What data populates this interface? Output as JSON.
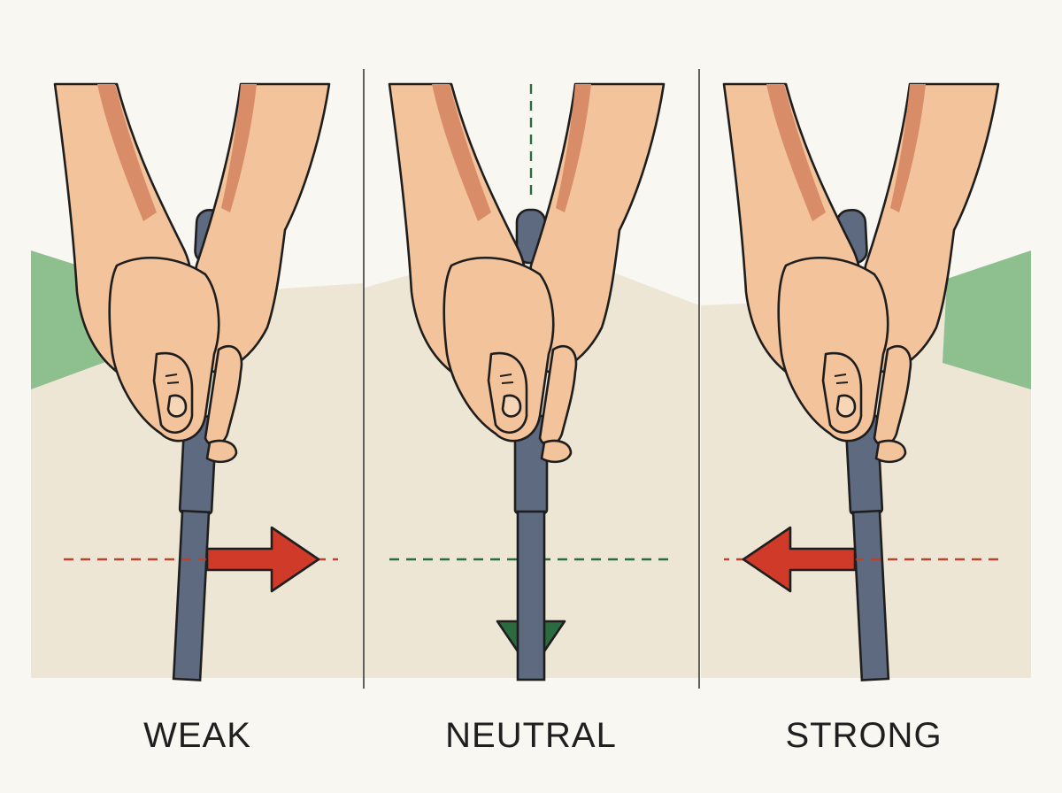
{
  "panels": [
    {
      "label": "WEAK",
      "direction": "right",
      "arrow_color": "#cf3b28",
      "guide_color": "#b9432f"
    },
    {
      "label": "NEUTRAL",
      "direction": "down",
      "arrow_color": "#2c6a40",
      "guide_color": "#2c6a40"
    },
    {
      "label": "STRONG",
      "direction": "left",
      "arrow_color": "#cf3b28",
      "guide_color": "#b9432f"
    }
  ],
  "colors": {
    "background": "#f8f7f2",
    "ground": "#ede6d4",
    "grass": "#8ebf8f",
    "skin": "#f3c39b",
    "skin_shadow": "#d88d68",
    "club": "#5e6a80",
    "outline": "#1e1e1e"
  }
}
